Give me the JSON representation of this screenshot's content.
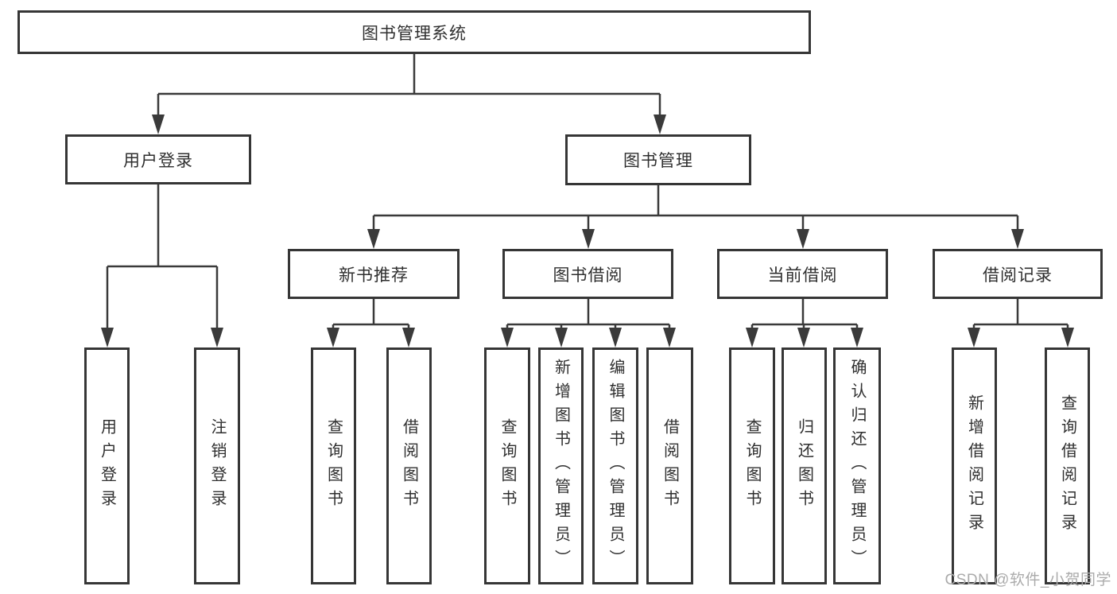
{
  "diagram": {
    "root": {
      "label": "图书管理系统"
    },
    "level2": [
      {
        "label": "用户登录"
      },
      {
        "label": "图书管理"
      }
    ],
    "level3": [
      {
        "label": "新书推荐"
      },
      {
        "label": "图书借阅"
      },
      {
        "label": "当前借阅"
      },
      {
        "label": "借阅记录"
      }
    ],
    "leaves": [
      {
        "label": "用户登录"
      },
      {
        "label": "注销登录"
      },
      {
        "label": "查询图书"
      },
      {
        "label": "借阅图书"
      },
      {
        "label": "查询图书"
      },
      {
        "label": "新增图书（管理员）"
      },
      {
        "label": "编辑图书（管理员）"
      },
      {
        "label": "借阅图书"
      },
      {
        "label": "查询图书"
      },
      {
        "label": "归还图书"
      },
      {
        "label": "确认归还（管理员）"
      },
      {
        "label": "新增借阅记录"
      },
      {
        "label": "查询借阅记录"
      }
    ]
  },
  "watermark": "CSDN @软件_小贺同学",
  "colors": {
    "line": "#3a3a3a",
    "border": "#363636",
    "text": "#2f2f2f",
    "watermark": "#ababab",
    "background": "#ffffff"
  }
}
